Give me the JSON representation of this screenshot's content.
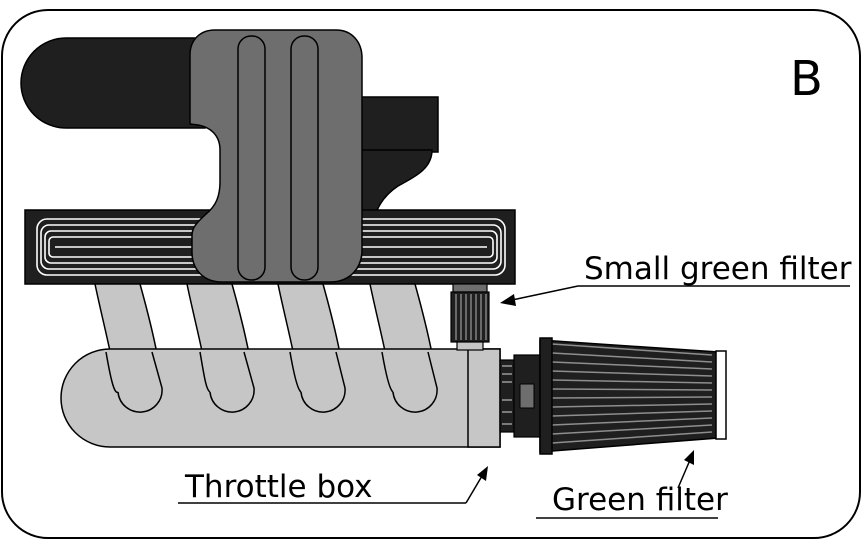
{
  "diagram": {
    "panel_letter": "B",
    "labels": {
      "small_green_filter": "Small green filter",
      "throttle_box": "Throttle box",
      "green_filter": "Green filter"
    },
    "colors": {
      "ink": "#000000",
      "block_dark": "#1f1f1f",
      "housing_gray": "#6e6e6e",
      "manifold_light": "#c6c6c6",
      "background": "#ffffff"
    }
  }
}
